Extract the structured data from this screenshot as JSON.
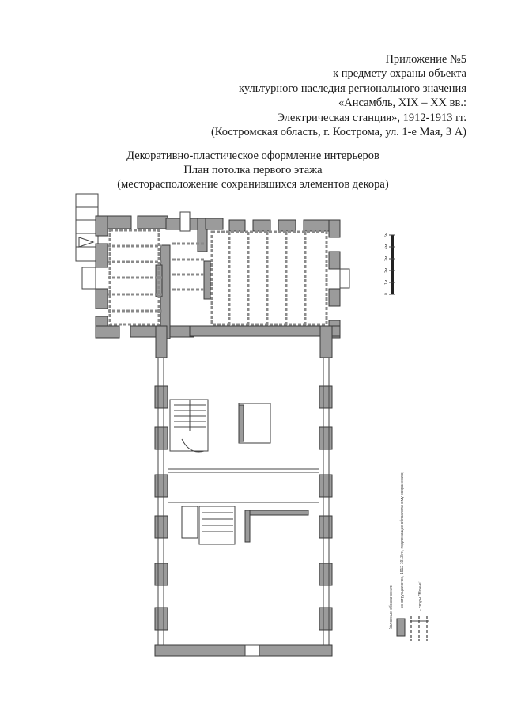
{
  "header": {
    "lines": [
      "Приложение №5",
      "к предмету охраны объекта",
      "культурного наследия регионального значения",
      "«Ансамбль, XIX – XX вв.:",
      "Электрическая станция», 1912-1913 гг.",
      "(Костромская область, г. Кострома, ул. 1-е Мая, 3 А)"
    ]
  },
  "title": {
    "lines": [
      "Декоративно-пластическое оформление интерьеров",
      "План потолка первого этажа",
      "(месторасположение сохранившихся элементов декора)"
    ]
  },
  "scale": {
    "labels": [
      "0",
      "1м",
      "2м",
      "3м",
      "4м",
      "5м"
    ]
  },
  "legend": {
    "heading": "Условные обозначения:",
    "items": [
      {
        "label": "- конструкции стен, 1912-1913 гг., подлежащие обязательному сохранению;",
        "color": "#9b9b9b"
      },
      {
        "label": "- своды \"Монье\""
      }
    ]
  }
}
